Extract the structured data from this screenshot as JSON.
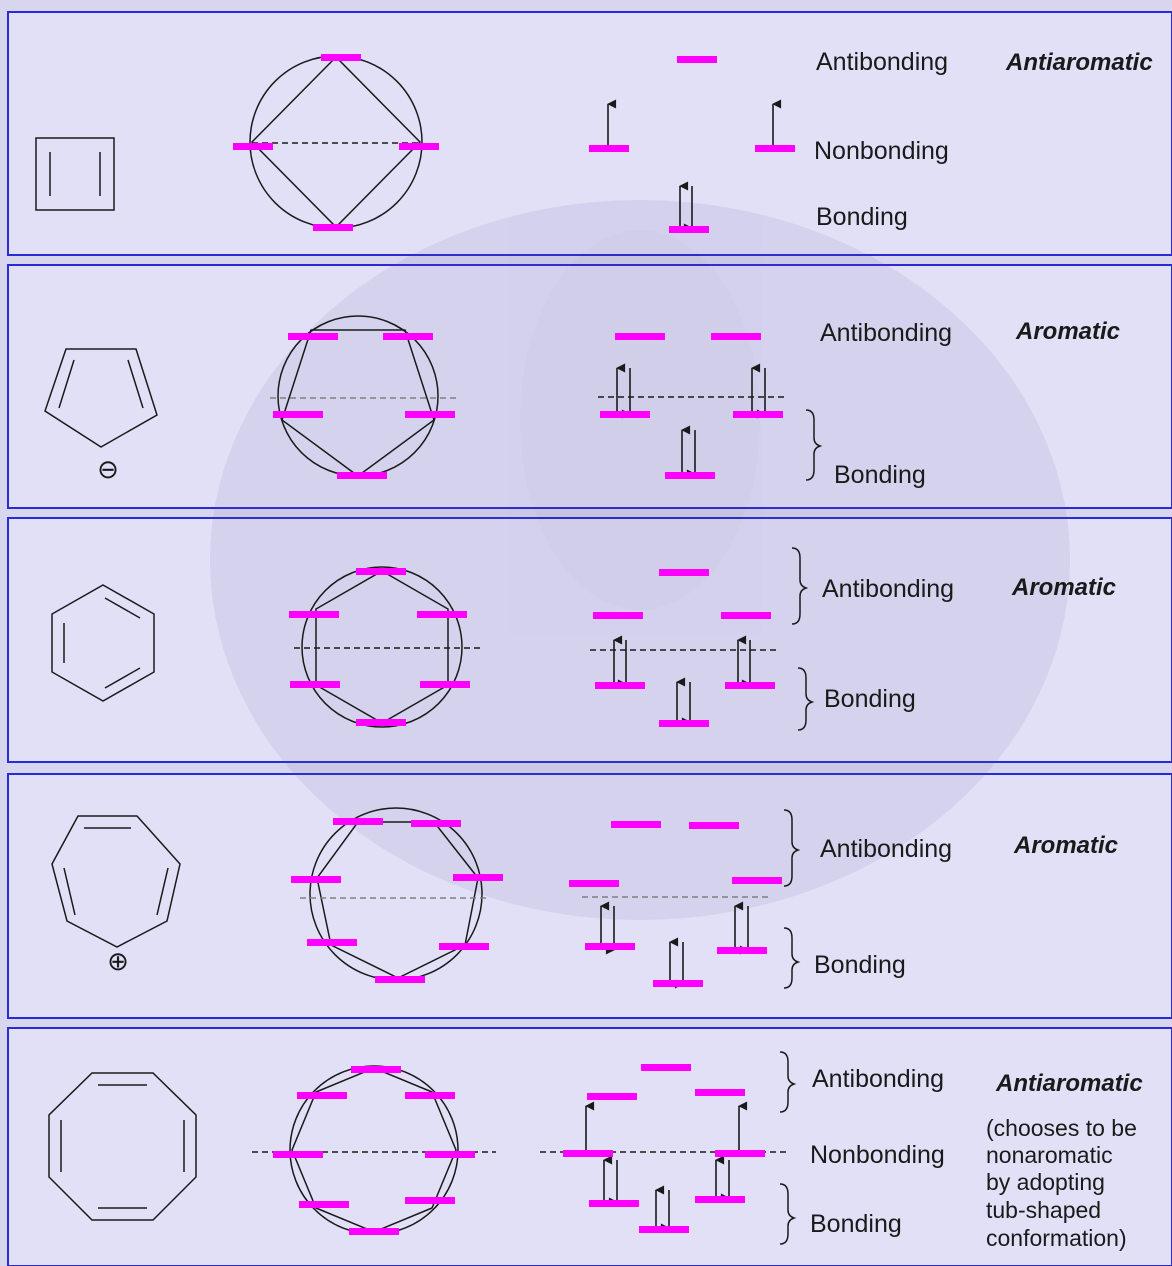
{
  "colors": {
    "panel_background": "#e2e0f7",
    "panel_border": "#2b2bd6",
    "orbital_level": "#ff00ff",
    "ink": "#1a1a1a"
  },
  "rows": [
    {
      "molecule": "cyclobutadiene",
      "labels": {
        "antibonding": "Antibonding",
        "nonbonding": "Nonbonding",
        "bonding": "Bonding"
      },
      "verdict": "Antiaromatic",
      "note": []
    },
    {
      "molecule": "cyclopentadienyl anion",
      "charge_symbol": "⊖",
      "labels": {
        "antibonding": "Antibonding",
        "bonding": "Bonding"
      },
      "verdict": "Aromatic",
      "note": []
    },
    {
      "molecule": "benzene",
      "labels": {
        "antibonding": "Antibonding",
        "bonding": "Bonding"
      },
      "verdict": "Aromatic",
      "note": []
    },
    {
      "molecule": "tropylium cation",
      "charge_symbol": "⊕",
      "labels": {
        "antibonding": "Antibonding",
        "bonding": "Bonding"
      },
      "verdict": "Aromatic",
      "note": []
    },
    {
      "molecule": "cyclooctatetraene",
      "labels": {
        "antibonding": "Antibonding",
        "nonbonding": "Nonbonding",
        "bonding": "Bonding"
      },
      "verdict": "Antiaromatic",
      "note": [
        "(chooses to be",
        "nonaromatic",
        "by adopting",
        "tub-shaped",
        "conformation)"
      ]
    }
  ]
}
